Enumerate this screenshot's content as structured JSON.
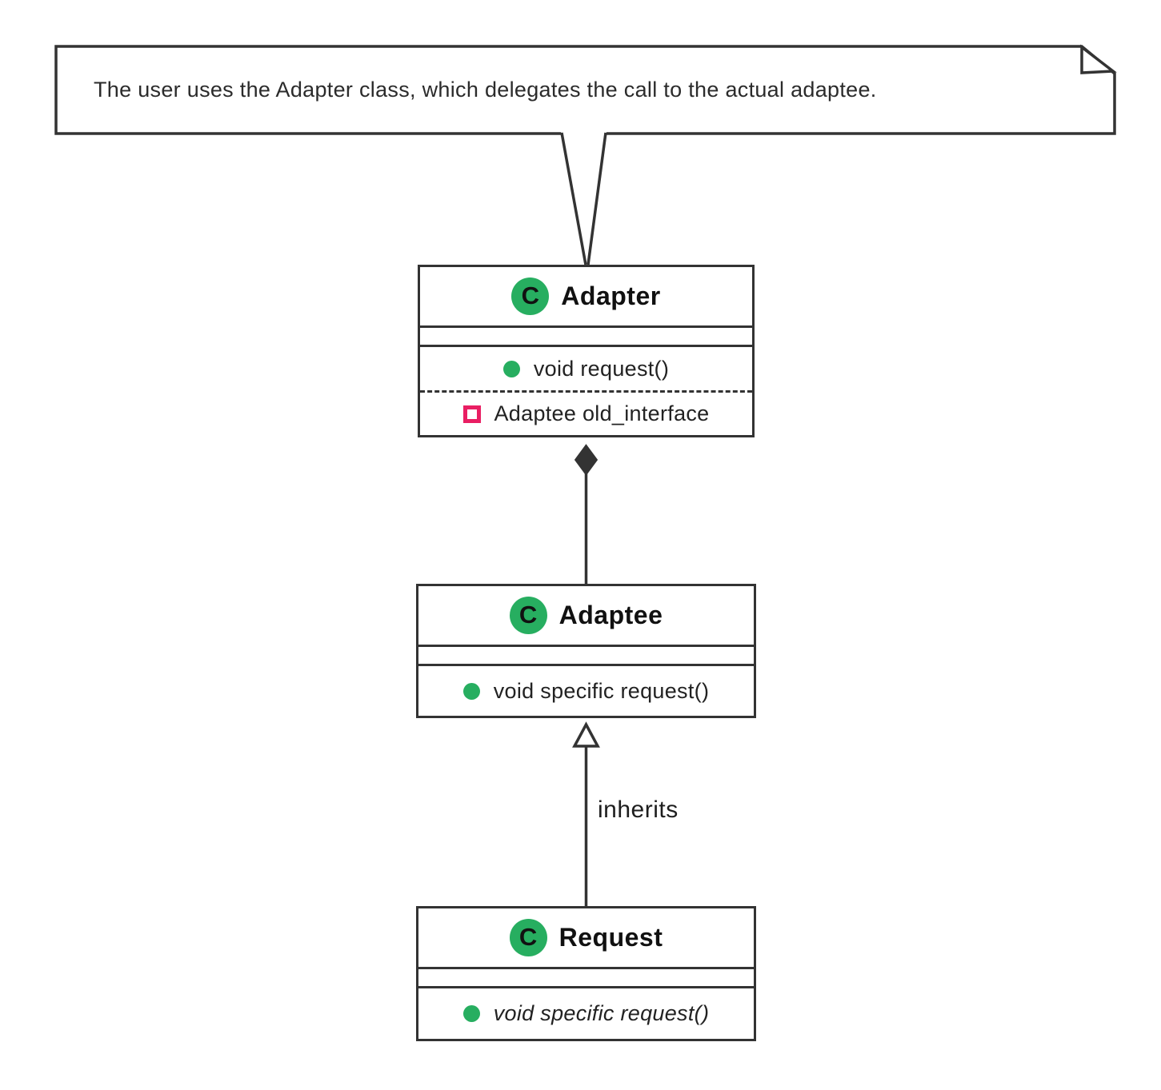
{
  "note": {
    "text": "The user uses the Adapter class, which delegates the call to the actual adaptee."
  },
  "classes": [
    {
      "stereotype": "C",
      "name": "Adapter",
      "methods": [
        {
          "icon": "green-dot",
          "text": "void request()"
        }
      ],
      "attributes": [
        {
          "icon": "pink-square",
          "text": "Adaptee old_interface"
        }
      ]
    },
    {
      "stereotype": "C",
      "name": "Adaptee",
      "methods": [
        {
          "icon": "green-dot",
          "text": "void specific request()"
        }
      ]
    },
    {
      "stereotype": "C",
      "name": "Request",
      "methods": [
        {
          "icon": "green-dot",
          "text": "void specific request()",
          "italic": true
        }
      ]
    }
  ],
  "relations": [
    {
      "from": "Adapter",
      "to": "Adaptee",
      "type": "composition",
      "label": ""
    },
    {
      "from": "Request",
      "to": "Adaptee",
      "type": "inheritance",
      "label": "inherits"
    }
  ],
  "colors": {
    "line": "#333333",
    "class_icon_green": "#27AE60",
    "field_icon_pink": "#E91E63",
    "background": "#ffffff"
  }
}
